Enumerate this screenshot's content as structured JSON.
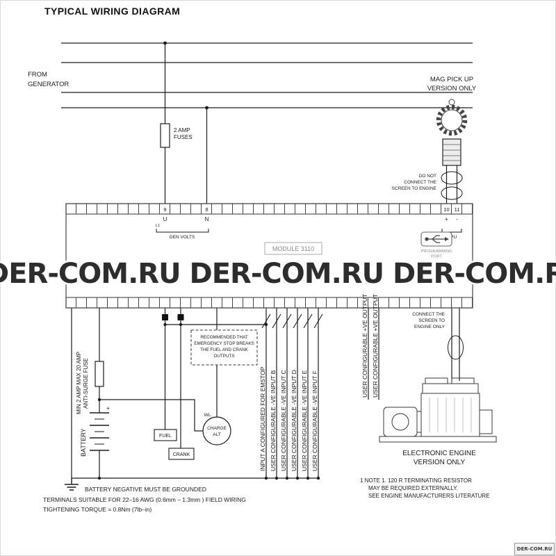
{
  "title": "TYPICAL WIRING DIAGRAM",
  "watermark": {
    "band": "DER-COM.RU DER-COM.RU DER-COM.RU",
    "corner": "DER-COM.RU"
  },
  "generator": {
    "from": "FROM",
    "name": "GENERATOR",
    "fuse1": "2 AMP",
    "fuse2": "FUSES"
  },
  "gen_terms": {
    "t9": "9",
    "t8": "8",
    "u": "U",
    "l1": "L1",
    "n": "N",
    "bracket": "GEN VOLTS"
  },
  "mpu_terms": {
    "t10": "10",
    "t11": "11",
    "plus": "+",
    "minus": "-",
    "bracket": "MPU"
  },
  "mag_pickup": {
    "l1": "MAG PICK UP",
    "l2": "VERSION ONLY",
    "note1": "DO NOT",
    "note2": "CONNECT THE",
    "note3": "SCREEN TO ENGINE"
  },
  "module": {
    "name": "MODULE 3110",
    "usb_l1": "PROGRAMMING",
    "usb_l2": "PORT"
  },
  "battery": {
    "fuse_l1": "MIN 2 AMP MAX 20 AMP",
    "fuse_l2": "ANTI-SURGE FUSE",
    "label": "BATTERY",
    "plus": "+"
  },
  "outputs_left": {
    "fuel": "FUEL",
    "crank": "CRANK",
    "wl": "WL.",
    "charge1": "CHARGE",
    "charge2": "ALT"
  },
  "estop_note": {
    "l1": "RECOMMENDED THAT",
    "l2": "EMERGENCY STOP BREAKS",
    "l3": "THE FUEL AND CRANK",
    "l4": "OUTPUTS"
  },
  "inputs": [
    {
      "label": "INPUT A CONFIGURED FOR EMSTOP"
    },
    {
      "label": "USER CONFIGURABLE -VE INPUT B"
    },
    {
      "label": "USER CONFIGURABLE -VE INPUT C"
    },
    {
      "label": "USER CONFIGURABLE -VE INPUT D"
    },
    {
      "label": "USER CONFIGURABLE -VE INPUT E"
    },
    {
      "label": "USER CONFIGURABLE -VE INPUT F"
    }
  ],
  "outputs_right": [
    {
      "label": "USER CONFIGURABLE +VE OUTPUT"
    },
    {
      "label": "USER CONFIGURABLE +VE OUTPUT"
    }
  ],
  "engine": {
    "connect1": "CONNECT THE",
    "connect2": "SCREEN TO",
    "connect3": "ENGINE ONLY",
    "caption1": "ELECTRONIC ENGINE",
    "caption2": "VERSION ONLY",
    "note1": "1 NOTE 1. 120 R TERMINATING RESISTOR",
    "note2": "MAY BE REQUIRED EXTERNALLY.",
    "note3": "SEE ENGINE MANUFACTURERS LITERATURE"
  },
  "footer": {
    "ground": "BATTERY NEGATIVE MUST BE GROUNDED",
    "terminals": "TERMINALS SUITABLE FOR 22–16 AWG (0.6mm – 1.3mm ) FIELD WIRING",
    "torque": "TIGHTENING TORQUE = 0.8Nm (7lb–in)"
  }
}
